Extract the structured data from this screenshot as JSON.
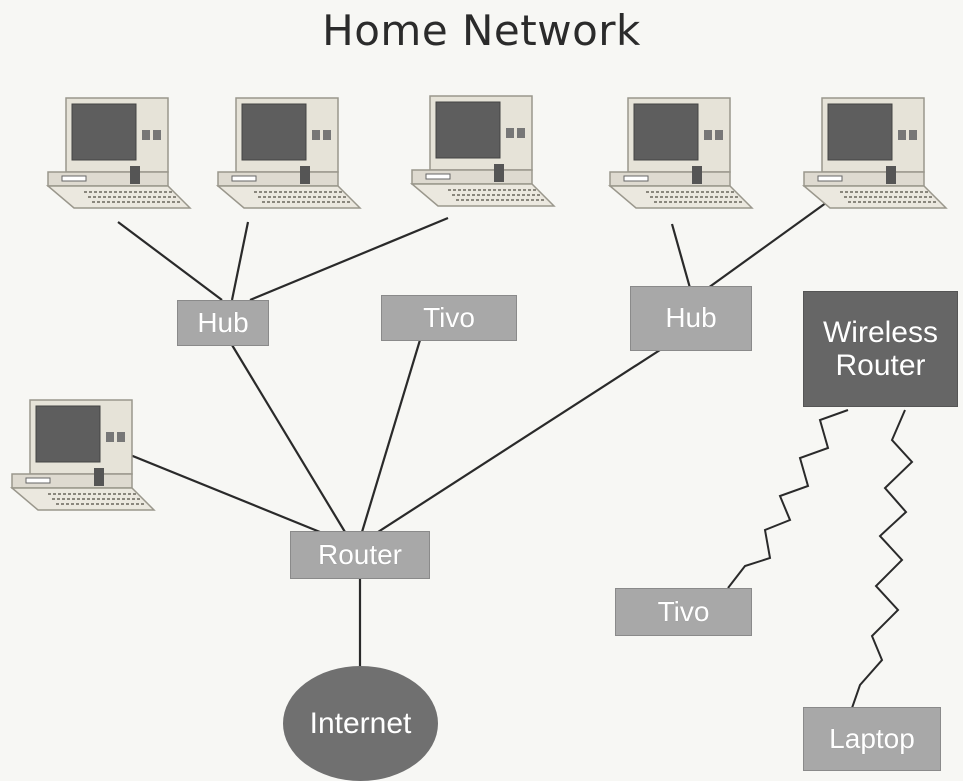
{
  "title": "Home Network",
  "nodes": {
    "hub_left": "Hub",
    "tivo_top": "Tivo",
    "hub_right": "Hub",
    "wireless_router": "Wireless Router",
    "router": "Router",
    "internet": "Internet",
    "tivo_wireless": "Tivo",
    "laptop": "Laptop"
  },
  "colors": {
    "box_light": "#a8a8a8",
    "box_dark": "#666666",
    "line": "#2a2a2a",
    "computer_body": "#e6e3d8",
    "computer_screen": "#5e5e5e"
  },
  "connections": [
    {
      "from": "computer-1",
      "to": "hub_left",
      "type": "wired"
    },
    {
      "from": "computer-2",
      "to": "hub_left",
      "type": "wired"
    },
    {
      "from": "computer-3",
      "to": "hub_left",
      "type": "wired"
    },
    {
      "from": "computer-4",
      "to": "hub_right",
      "type": "wired"
    },
    {
      "from": "computer-5",
      "to": "hub_right",
      "type": "wired"
    },
    {
      "from": "hub_left",
      "to": "router",
      "type": "wired"
    },
    {
      "from": "tivo_top",
      "to": "router",
      "type": "wired"
    },
    {
      "from": "hub_right",
      "to": "router",
      "type": "wired"
    },
    {
      "from": "computer-6",
      "to": "router",
      "type": "wired"
    },
    {
      "from": "router",
      "to": "internet",
      "type": "wired"
    },
    {
      "from": "wireless_router",
      "to": "tivo_wireless",
      "type": "wireless"
    },
    {
      "from": "wireless_router",
      "to": "laptop",
      "type": "wireless"
    }
  ],
  "icons": [
    "desktop-computer-icon"
  ]
}
